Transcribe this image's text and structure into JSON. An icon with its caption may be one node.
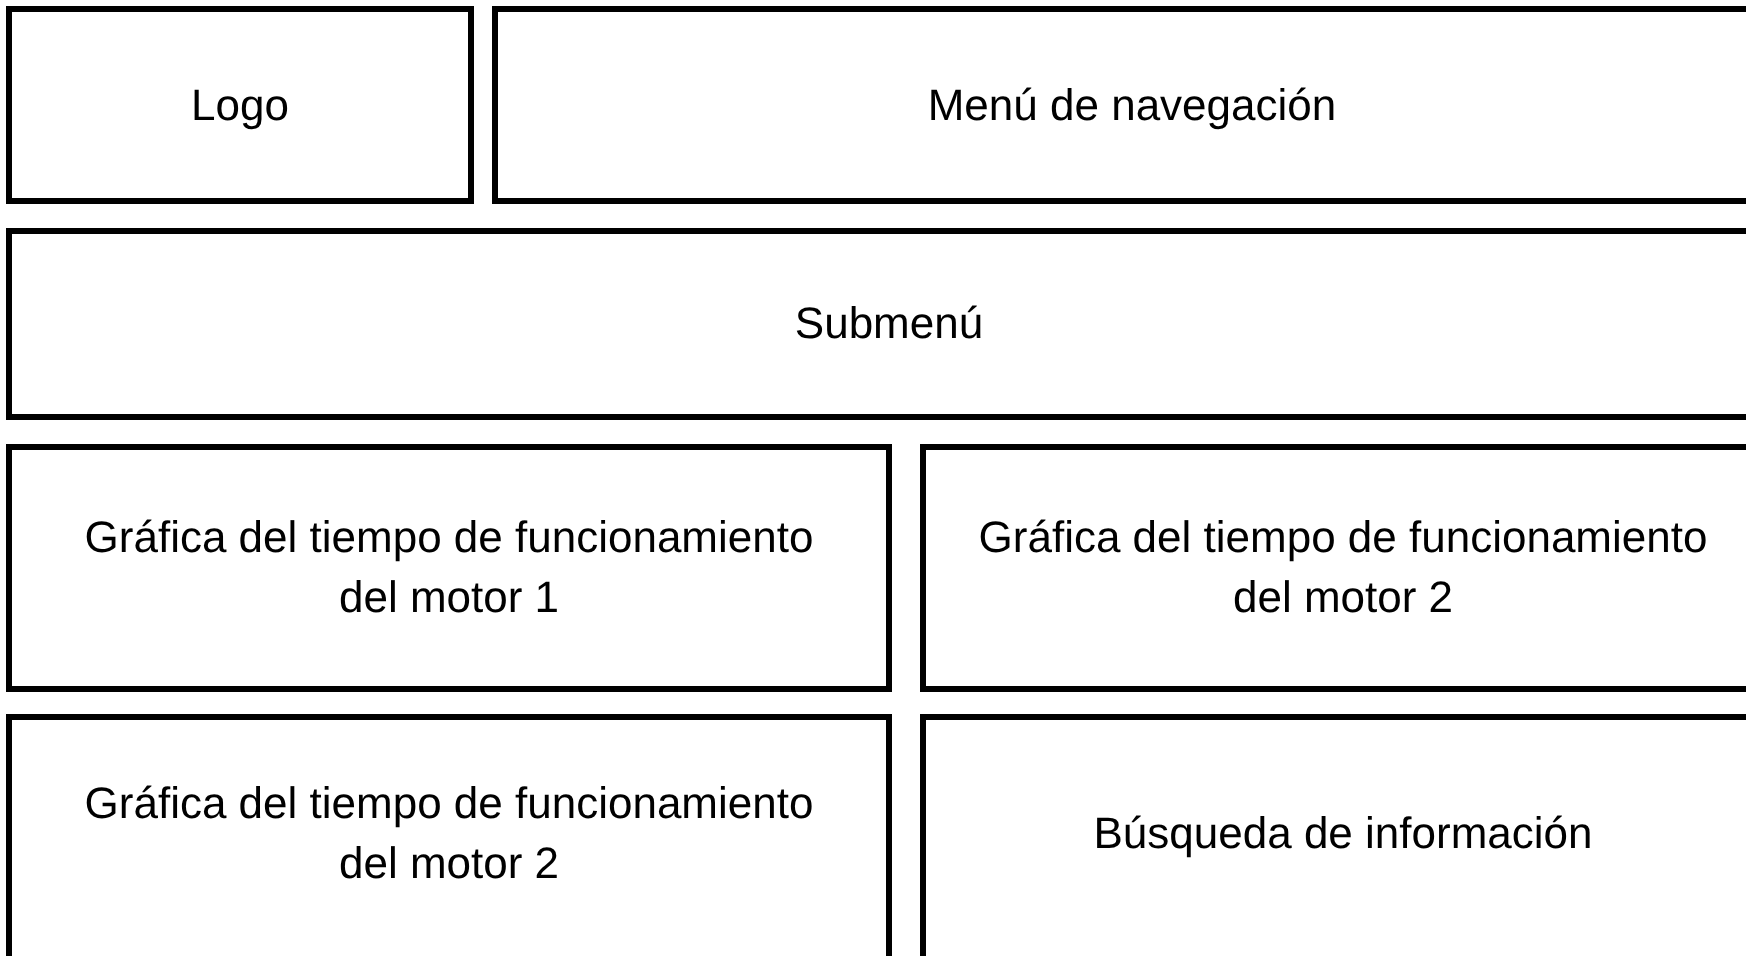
{
  "diagram": {
    "nodes": [
      {
        "text": [
          "Logo"
        ]
      },
      {
        "text": [
          "Menú de navegación"
        ]
      },
      {
        "text": [
          "Submenú"
        ]
      },
      {
        "text": [
          "Gráfica del tiempo de funcionamiento del motor 1"
        ]
      },
      {
        "text": [
          "Gráfica del tiempo de funcionamiento del motor 2"
        ]
      },
      {
        "text": [
          "Gráfica del tiempo de funcionamiento del motor 2"
        ]
      },
      {
        "text": [
          "Búsqueda de información"
        ]
      }
    ]
  }
}
